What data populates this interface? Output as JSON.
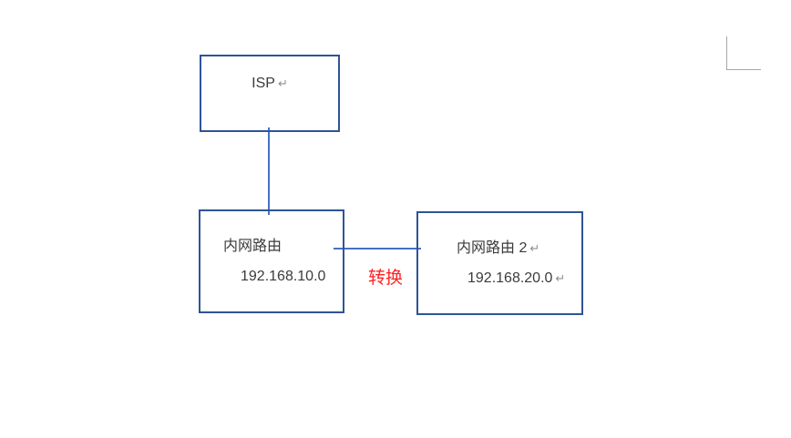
{
  "diagram": {
    "isp_box": {
      "label": "ISP"
    },
    "router1_box": {
      "line1": "内网路由",
      "line2": "192.168.10.0"
    },
    "router2_box": {
      "line1": "内网路由 2",
      "line2": "192.168.20.0"
    },
    "translation_label": "转换",
    "return_mark": "↵"
  },
  "colors": {
    "box_border": "#2f5496",
    "connector_line": "#4472c4",
    "translation_label_red": "#ff2222",
    "body_text": "#3b3b3b",
    "return_mark_gray": "#909090",
    "corner_mark_gray": "#a6a6a6"
  }
}
